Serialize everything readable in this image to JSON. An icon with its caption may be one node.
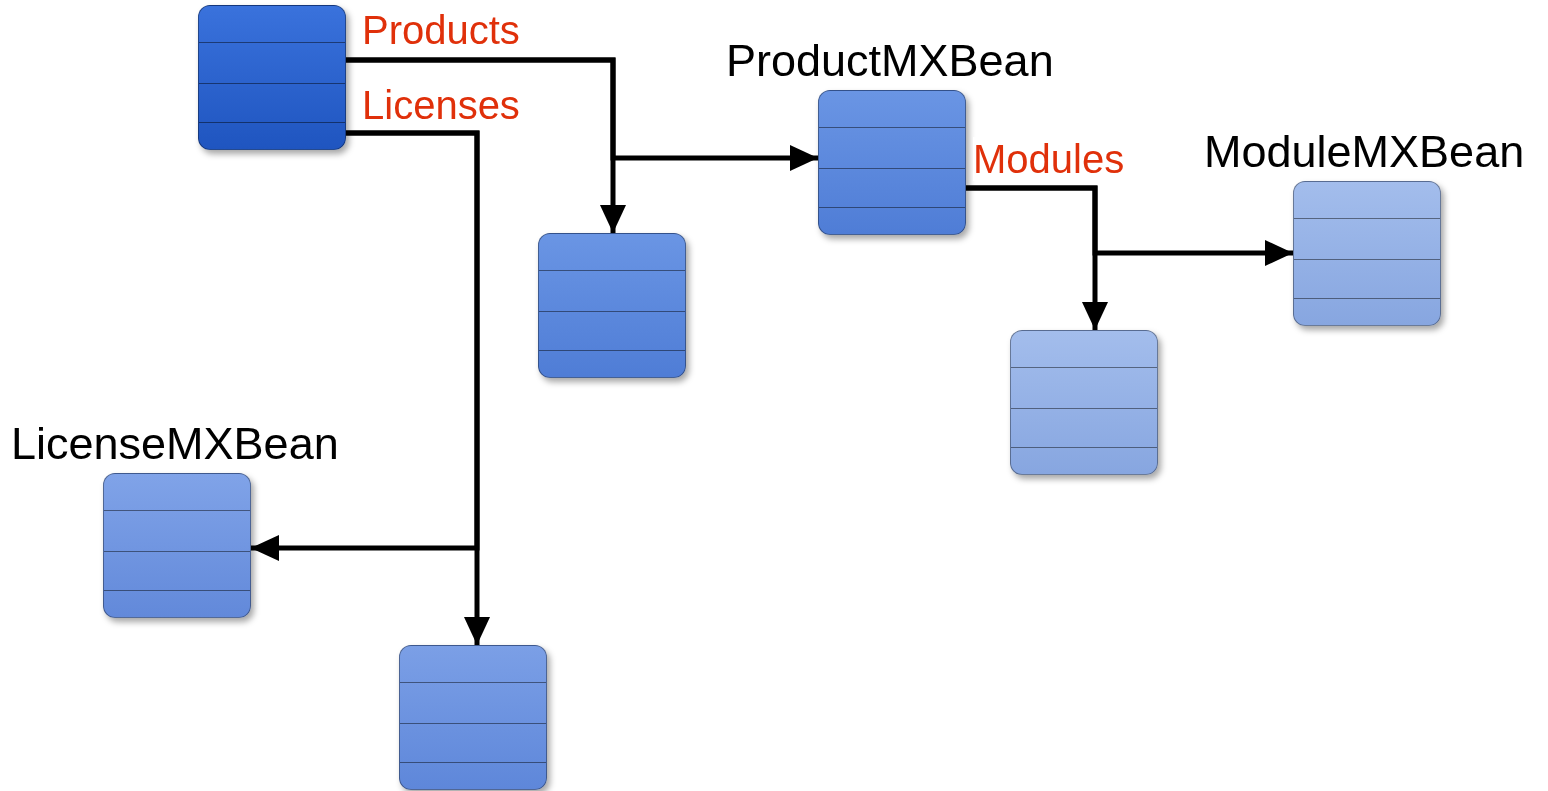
{
  "diagram": {
    "nodes": [
      {
        "text": [],
        "shape": "box"
      },
      {
        "text": [],
        "shape": "box"
      },
      {
        "text": [
          "ProductMXBean"
        ]
      },
      {
        "text": [
          "ModuleMXBean"
        ]
      },
      {
        "text": [],
        "shape": "box"
      },
      {
        "text": [
          "LicenseMXBean"
        ]
      },
      {
        "text": [],
        "shape": "box"
      }
    ],
    "edges": [
      {
        "from": 0,
        "to": 1,
        "arrow": "to",
        "label": "Products"
      },
      {
        "from": 0,
        "to": 2,
        "arrow": "to"
      },
      {
        "from": 0,
        "to": 5,
        "arrow": "to",
        "label": "Licenses"
      },
      {
        "from": 0,
        "to": 6,
        "arrow": "to"
      },
      {
        "from": 2,
        "to": 4,
        "arrow": "to",
        "label": "Modules"
      },
      {
        "from": 2,
        "to": 3,
        "arrow": "to"
      }
    ]
  }
}
